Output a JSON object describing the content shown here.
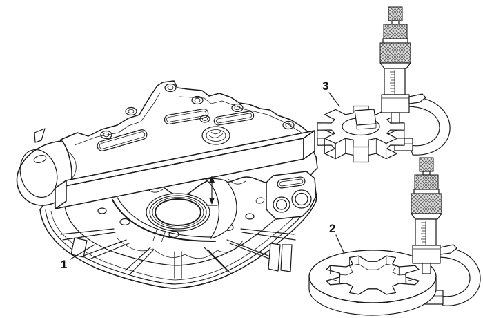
{
  "figure": {
    "type": "technical-line-illustration",
    "background_color": "#ffffff",
    "line_color": "#1a1a1a",
    "knurl_fill_color": "#e0e0e0",
    "callouts": [
      {
        "label": "1",
        "target": "pump-housing-with-straightedge"
      },
      {
        "label": "2",
        "target": "outer-rotor-with-micrometer"
      },
      {
        "label": "3",
        "target": "inner-rotor-with-micrometer"
      }
    ]
  }
}
